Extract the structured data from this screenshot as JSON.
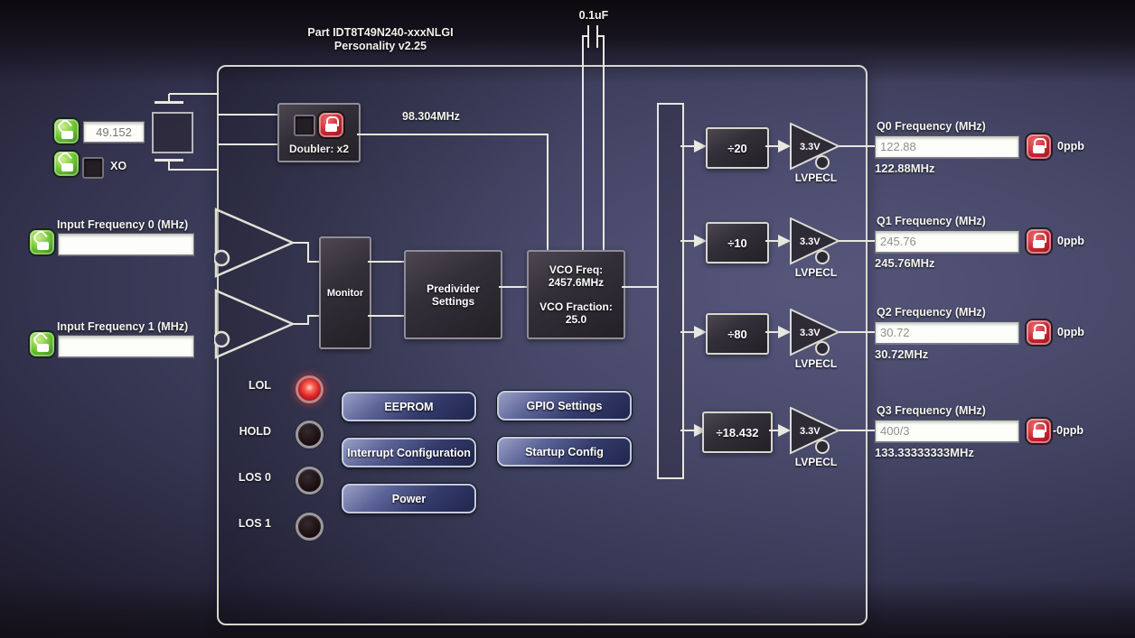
{
  "header": {
    "part_line": "Part IDT8T49N240-xxxNLGI",
    "personality_line": "Personality v2.25"
  },
  "capacitor": {
    "label": "0.1uF"
  },
  "crystal": {
    "freq_value": "49.152",
    "xo_label": "XO"
  },
  "inputs": [
    {
      "label": "Input Frequency 0 (MHz)",
      "value": ""
    },
    {
      "label": "Input Frequency 1 (MHz)",
      "value": ""
    }
  ],
  "doubler": {
    "label": "Doubler: x2",
    "output_freq_label": "98.304MHz"
  },
  "pll": {
    "monitor_label": "Monitor",
    "predivider_line1": "Predivider",
    "predivider_line2": "Settings",
    "vco_freq_label": "VCO Freq:",
    "vco_freq_value": "2457.6MHz",
    "vco_fraction_label": "VCO Fraction:",
    "vco_fraction_value": "25.0"
  },
  "outputs": [
    {
      "label": "Q0 Frequency (MHz)",
      "divider": "÷20",
      "buffer_voltage": "3.3V",
      "buffer_type": "LVPECL",
      "value": "122.88",
      "actual": "122.88MHz",
      "ppb": "0ppb"
    },
    {
      "label": "Q1 Frequency (MHz)",
      "divider": "÷10",
      "buffer_voltage": "3.3V",
      "buffer_type": "LVPECL",
      "value": "245.76",
      "actual": "245.76MHz",
      "ppb": "0ppb"
    },
    {
      "label": "Q2 Frequency (MHz)",
      "divider": "÷80",
      "buffer_voltage": "3.3V",
      "buffer_type": "LVPECL",
      "value": "30.72",
      "actual": "30.72MHz",
      "ppb": "0ppb"
    },
    {
      "label": "Q3 Frequency (MHz)",
      "divider": "÷18.432",
      "buffer_voltage": "3.3V",
      "buffer_type": "LVPECL",
      "value": "400/3",
      "actual": "133.33333333MHz",
      "ppb": "-0ppb"
    }
  ],
  "status": [
    {
      "label": "LOL",
      "state": "on"
    },
    {
      "label": "HOLD",
      "state": "off"
    },
    {
      "label": "LOS 0",
      "state": "off"
    },
    {
      "label": "LOS 1",
      "state": "off"
    }
  ],
  "buttons": {
    "eeprom": "EEPROM",
    "interrupt": "Interrupt Configuration",
    "power": "Power",
    "gpio": "GPIO Settings",
    "startup": "Startup Config"
  },
  "colors": {
    "wire": "#e8e8de",
    "lock_red": "#c4252f",
    "lock_green": "#6cc231",
    "led_on_red": "#d42227",
    "button_blue": "#343b6b",
    "chip_border": "#d6d7cb"
  }
}
